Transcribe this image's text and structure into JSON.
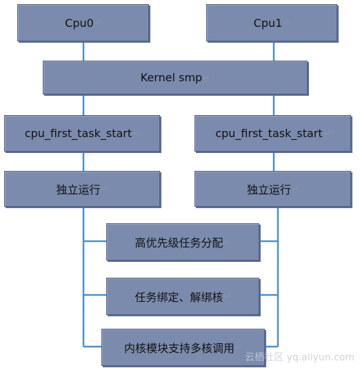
{
  "nodes": {
    "cpu0": "Cpu0",
    "cpu1": "Cpu1",
    "kernel": "Kernel smp",
    "task_start_left": "cpu_first_task_start",
    "task_start_right": "cpu_first_task_start",
    "standalone_left": "独立运行",
    "standalone_right": "独立运行",
    "priority_scheduling": "高优先级任务分配",
    "task_binding": "任务绑定、解绑核",
    "module_support": "内核模块支持多核调用"
  },
  "paragraph_mark": "↵",
  "watermark": "云栖社区 yq.aliyun.com",
  "colors": {
    "box_fill": "#7b8bad",
    "box_border": "#4e5f85",
    "connector": "#4a90c8"
  }
}
